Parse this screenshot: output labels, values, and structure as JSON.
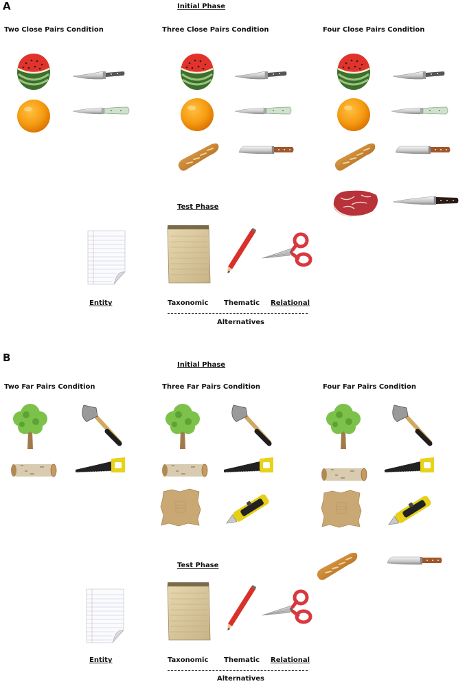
{
  "panel_a": {
    "letter": "A",
    "initial_phase": "Initial Phase",
    "conditions": [
      "Two Close Pairs Condition",
      "Three Close Pairs Condition",
      "Four Close Pairs Condition"
    ],
    "test_phase": "Test Phase",
    "entity": "Entity",
    "taxonomic": "Taxonomic",
    "thematic": "Thematic",
    "relational": "Relational",
    "alternatives": "Alternatives"
  },
  "panel_b": {
    "letter": "B",
    "initial_phase": "Initial Phase",
    "conditions": [
      "Two Far Pairs Condition",
      "Three Far Pairs Condition",
      "Four Far Pairs Condition"
    ],
    "test_phase": "Test Phase",
    "entity": "Entity",
    "taxonomic": "Taxonomic",
    "thematic": "Thematic",
    "relational": "Relational",
    "alternatives": "Alternatives"
  },
  "icons": {
    "close_pairs": [
      "watermelon-icon",
      "kitchen-knife-icon",
      "orange-icon",
      "paring-knife-icon",
      "baguette-icon",
      "bread-knife-icon",
      "steak-icon",
      "chef-knife-icon"
    ],
    "far_pairs": [
      "tree-icon",
      "axe-icon",
      "log-icon",
      "handsaw-icon",
      "cardboard-icon",
      "box-cutter-icon",
      "baguette-icon",
      "bread-knife-icon"
    ],
    "test": [
      "notebook-paper-icon",
      "notepad-icon",
      "pencil-icon",
      "scissors-icon"
    ]
  }
}
